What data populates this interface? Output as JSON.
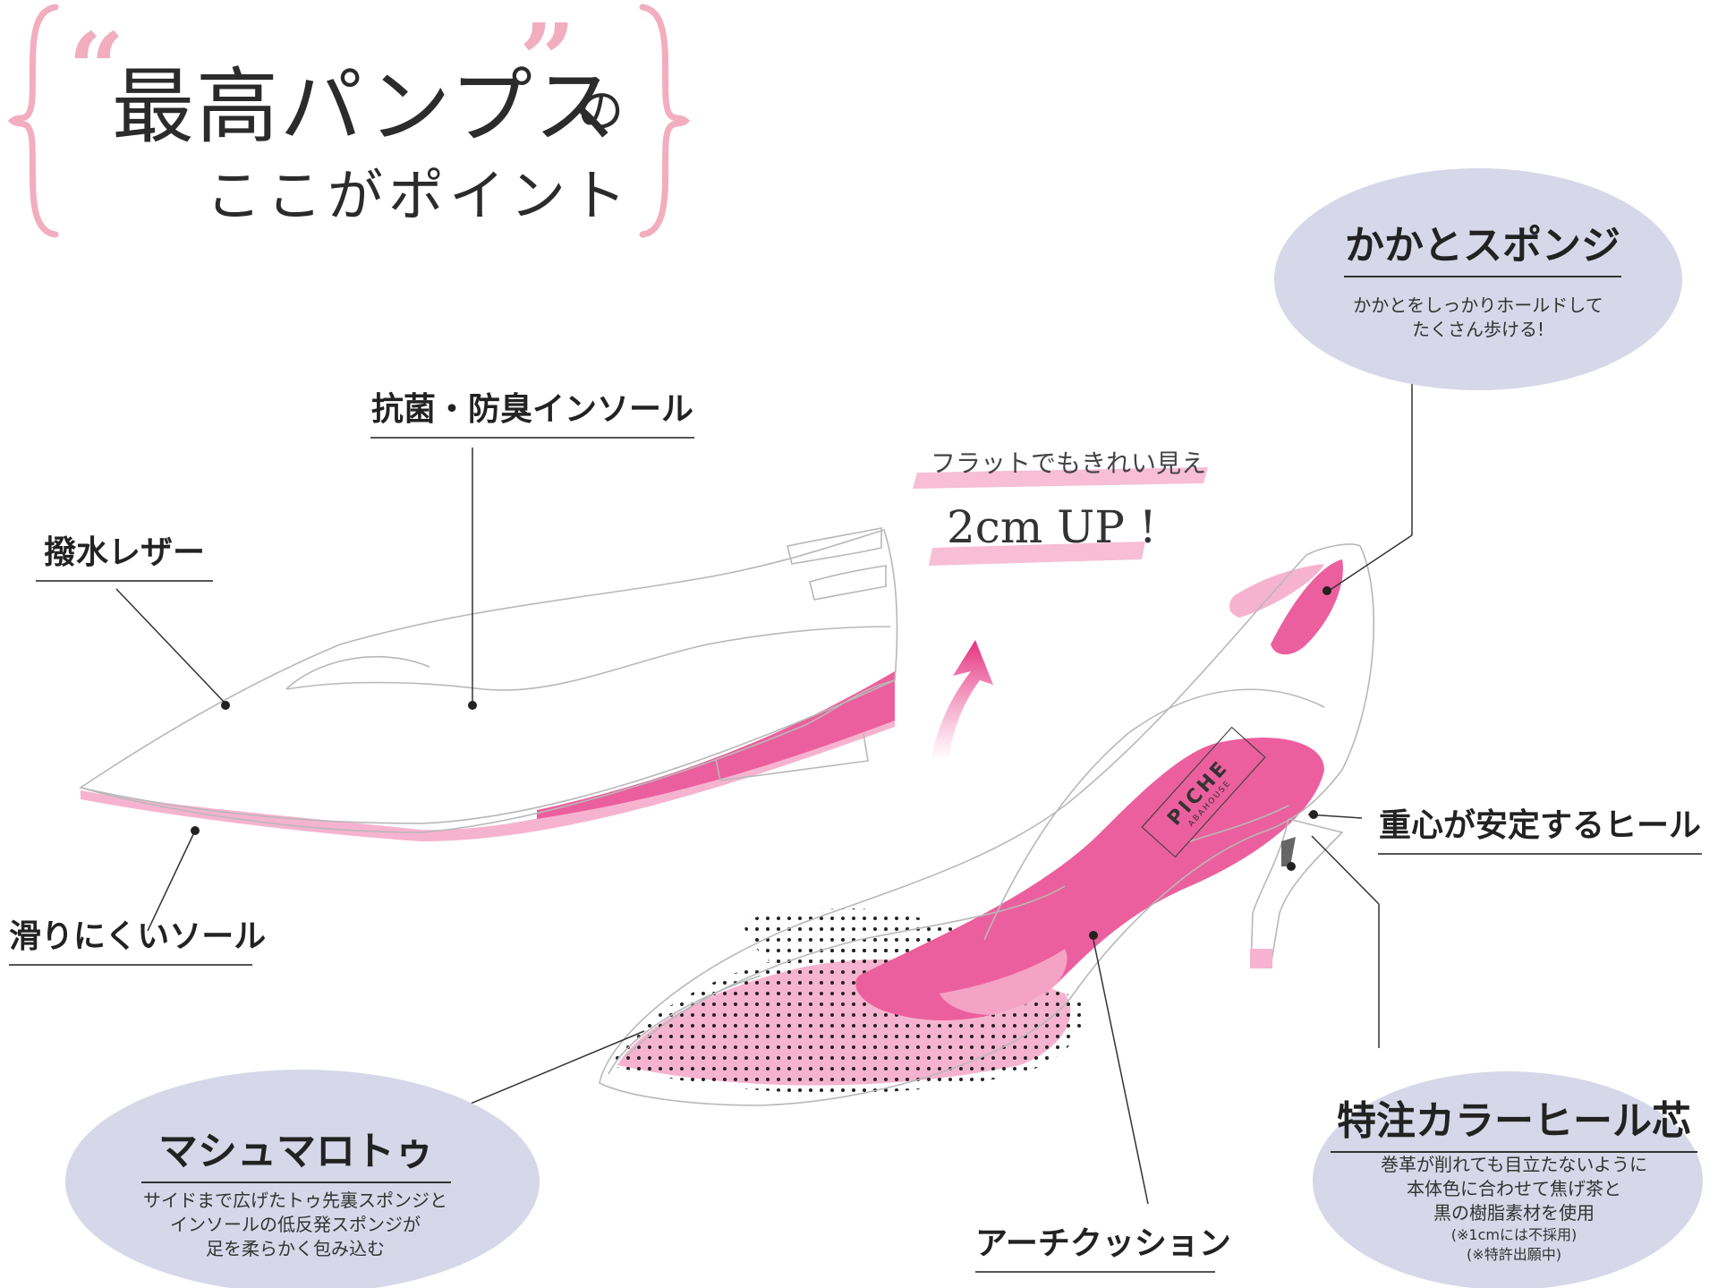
{
  "title": {
    "main": "最高パンプス",
    "particle": "の",
    "sub": "ここがポイント",
    "open_quote": "“",
    "close_quote": "”"
  },
  "labels": {
    "antibacterial_insole": "抗菌・防臭インソール",
    "water_repellent_leather": "撥水レザー",
    "non_slip_sole": "滑りにくいソール",
    "stable_heel": "重心が安定するヒール",
    "arch_cushion": "アーチクッション"
  },
  "height_callout": {
    "caption": "フラットでもきれい見え",
    "value": "2cm UP !"
  },
  "heel_sponge": {
    "title": "かかとスポンジ",
    "lines": [
      "かかとをしっかりホールドして",
      "たくさん歩ける!"
    ]
  },
  "marshmallow_toe": {
    "title": "マシュマロトゥ",
    "lines": [
      "サイドまで広げたトゥ先裏スポンジと",
      "インソールの低反発スポンジが",
      "足を柔らかく包み込む"
    ]
  },
  "heel_core": {
    "title": "特注カラーヒール芯",
    "lines": [
      "巻革が削れても目立たないように",
      "本体色に合わせて焦げ茶と",
      "黒の樹脂素材を使用"
    ],
    "notes": [
      "(※1cmには不採用)",
      "(※特許出願中)"
    ]
  },
  "insole_brand": {
    "name": "PICHE",
    "sub": "ABAHOUSE"
  },
  "colors": {
    "accent_pink": "#ec5f9e",
    "light_pink": "#f6b3cf",
    "bracket_pink": "#f2aebe",
    "bubble_bg": "#d6d7e8",
    "outline_gray": "#b8b8b8",
    "text_dark": "#222222"
  }
}
